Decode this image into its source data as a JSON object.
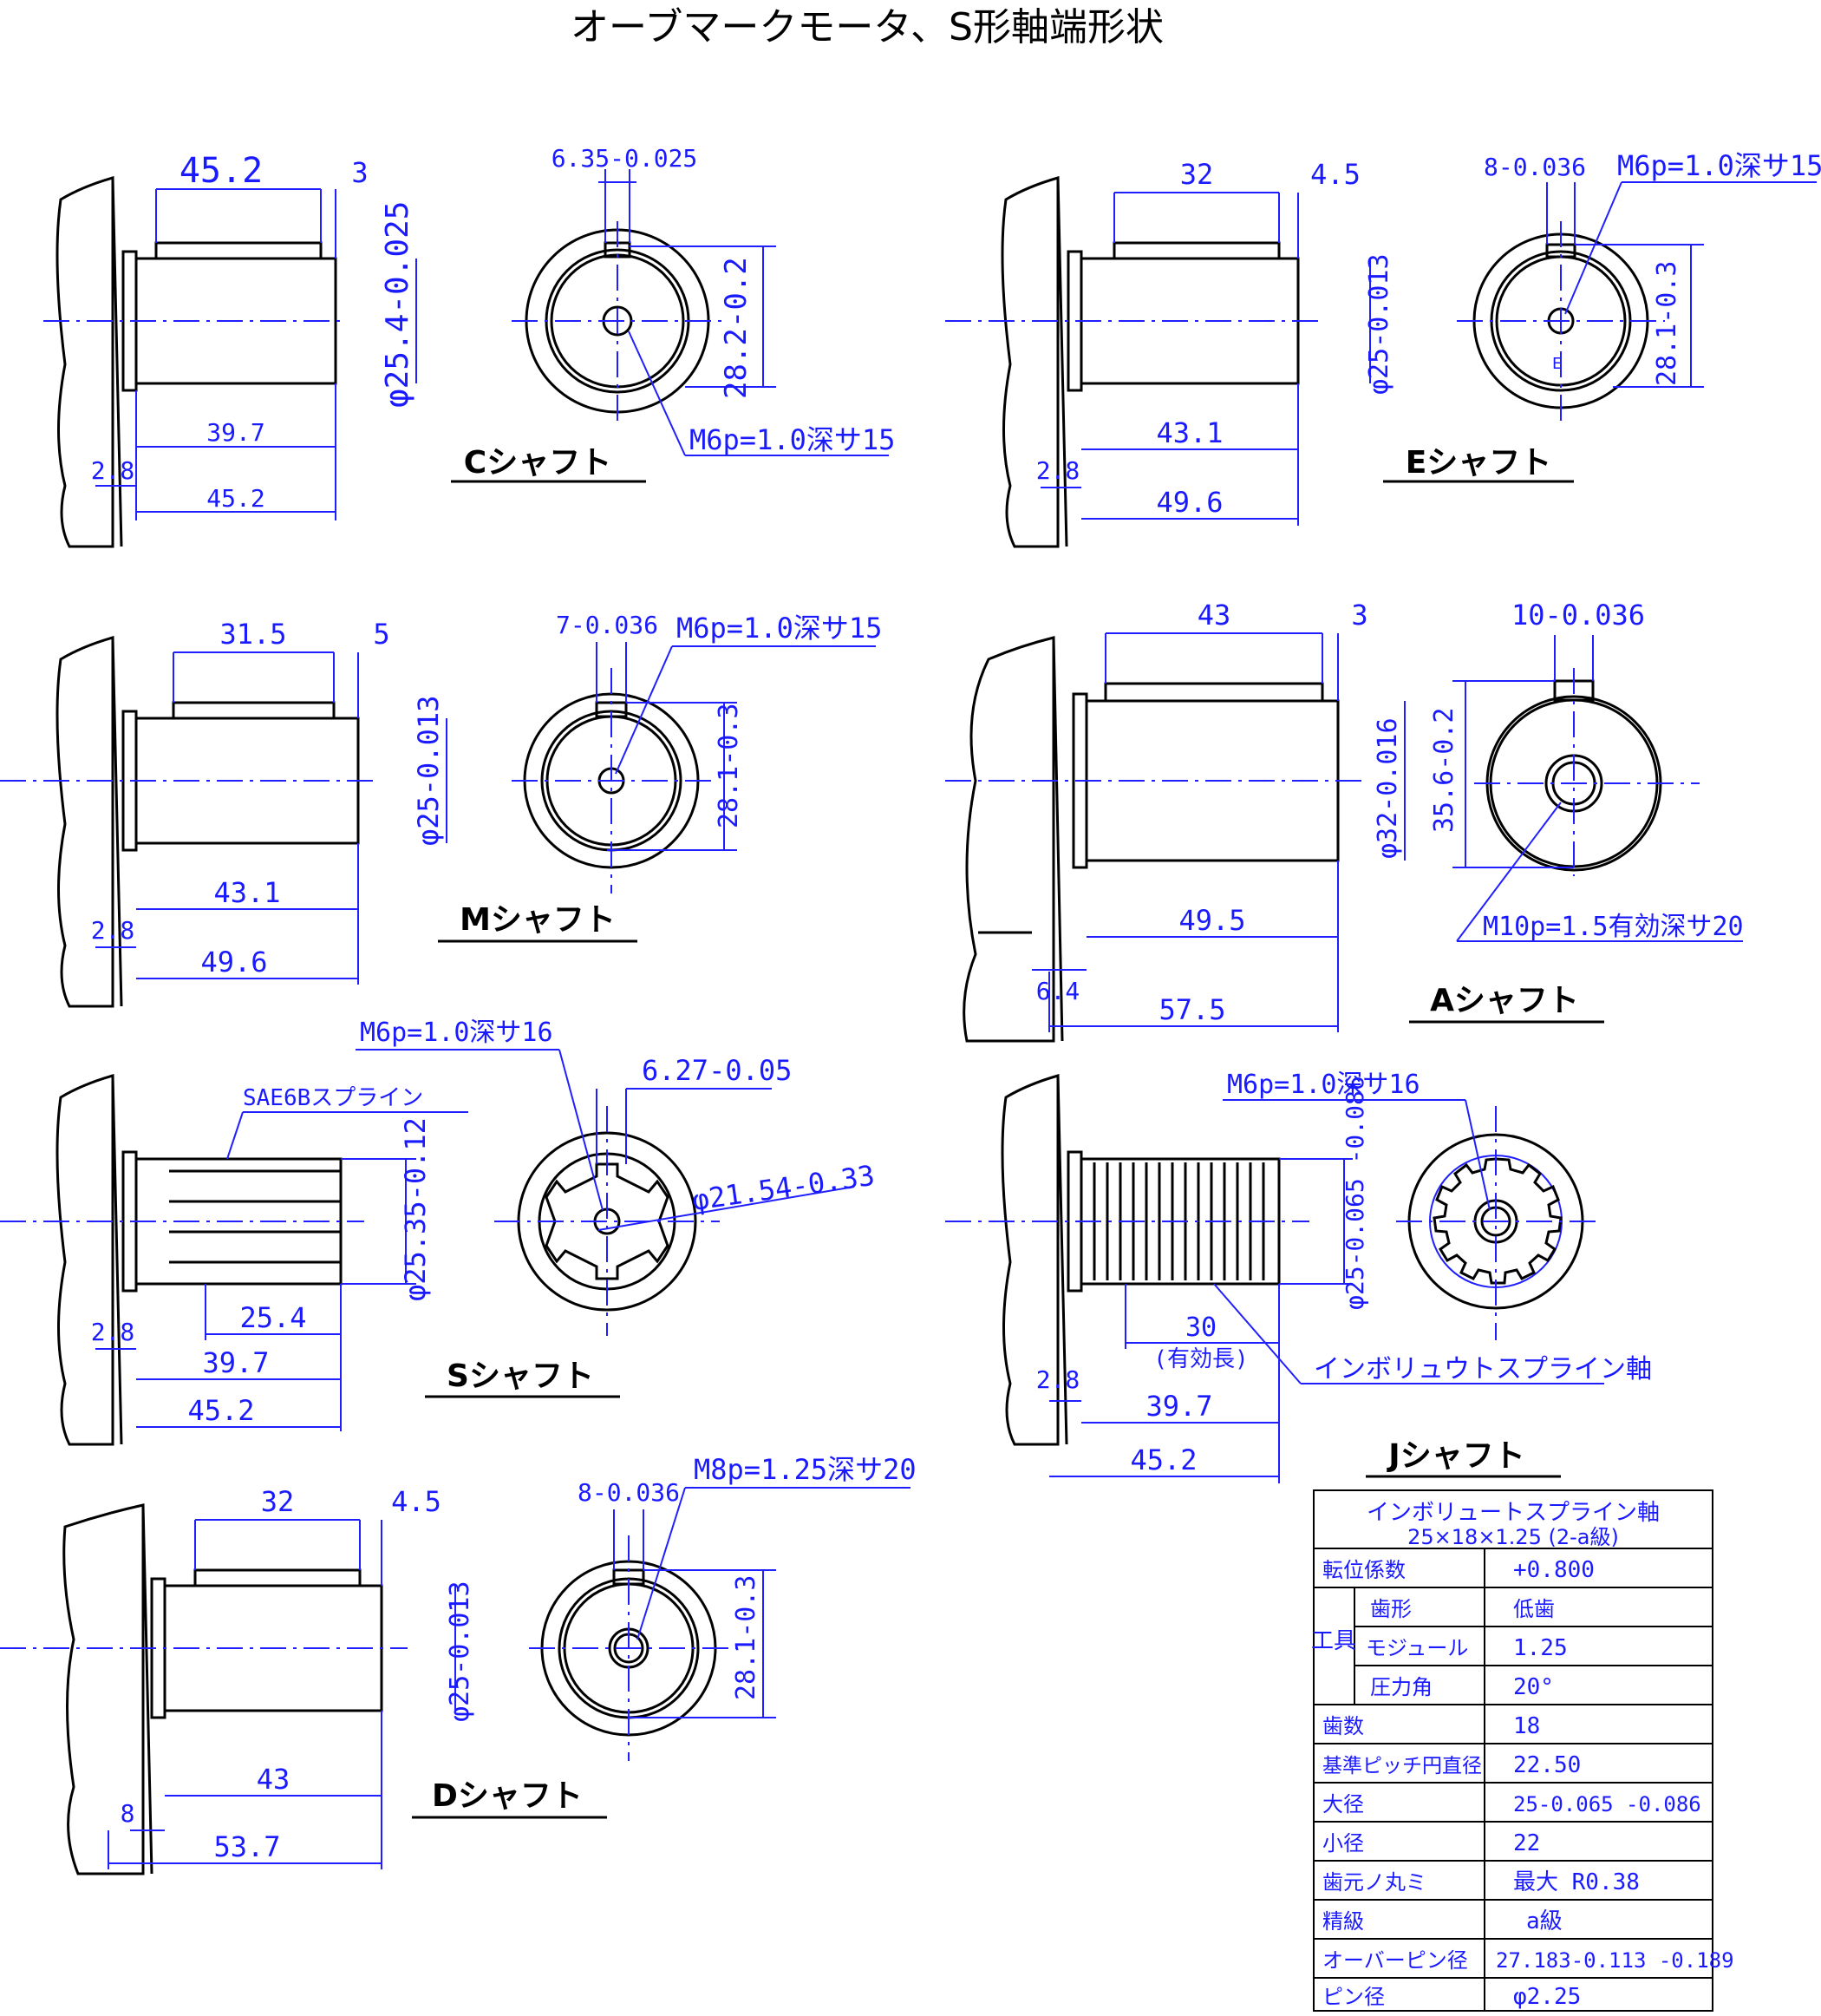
{
  "title": "オーブマークモータ、S形軸端形状",
  "shafts": {
    "c": {
      "name": "Cシャフト",
      "side_dims": {
        "key_len": "45.2",
        "step": "3",
        "dia": "φ25.4-0.025",
        "dia_tol": "-0.025",
        "len1": "39.7",
        "flange": "2.8",
        "len2": "45.2"
      },
      "end_dims": {
        "key_w": "6.35-0.025",
        "key_h": "28.2-0.2",
        "tap": "M6p=1.0深サ15"
      }
    },
    "e": {
      "name": "Eシャフト",
      "side_dims": {
        "key_len": "32",
        "step": "4.5",
        "dia": "φ25-0.013",
        "len1": "43.1",
        "flange": "2.8",
        "len2": "49.6"
      },
      "end_dims": {
        "key_w": "8-0.036",
        "key_h": "28.1-0.3",
        "tap": "M6p=1.0深サ15",
        "mark": "E"
      }
    },
    "m": {
      "name": "Mシャフト",
      "side_dims": {
        "key_len": "31.5",
        "step": "5",
        "dia": "φ25-0.013",
        "len1": "43.1",
        "flange": "2.8",
        "len2": "49.6"
      },
      "end_dims": {
        "key_w": "7-0.036",
        "key_h": "28.1-0.3",
        "tap": "M6p=1.0深サ15"
      }
    },
    "a": {
      "name": "Aシャフト",
      "side_dims": {
        "key_len": "43",
        "step": "3",
        "dia": "φ32-0.016",
        "len1": "49.5",
        "flange": "6.4",
        "len2": "57.5"
      },
      "end_dims": {
        "key_w": "10-0.036",
        "key_h": "35.6-0.2",
        "tap": "M10p=1.5有効深サ20"
      }
    },
    "s": {
      "name": "Sシャフト",
      "side_dims": {
        "spline": "SAE6Bスプライン",
        "dia": "φ25.35-0.12",
        "len_sp": "25.4",
        "len1": "39.7",
        "flange": "2.8",
        "len2": "45.2"
      },
      "end_dims": {
        "tap": "M6p=1.0深サ16",
        "key_w": "6.27-0.05",
        "minor": "φ21.54-0.33"
      }
    },
    "j": {
      "name": "Jシャフト",
      "side_dims": {
        "tap": "M6p=1.0深サ16",
        "dia": "φ25-0.065 -0.086",
        "eff": "30",
        "eff_label": "(有効長)",
        "spline": "インボリュウトスプライン軸",
        "len1": "39.7",
        "flange": "2.8",
        "len2": "45.2"
      }
    },
    "d": {
      "name": "Dシャフト",
      "side_dims": {
        "key_len": "32",
        "step": "4.5",
        "dia": "φ25-0.013",
        "len1": "43",
        "flange": "8",
        "len2": "53.7"
      },
      "end_dims": {
        "key_w": "8-0.036",
        "key_h": "28.1-0.3",
        "tap": "M8p=1.25深サ20"
      }
    }
  },
  "spec_table": {
    "header1": "インボリュートスプライン軸",
    "header2": "25×18×1.25 (2-a級)",
    "rows": [
      {
        "label": "転位係数",
        "value": "+0.800"
      },
      {
        "label": "歯形",
        "value": "低歯"
      },
      {
        "label": "モジュール",
        "value": "1.25"
      },
      {
        "label": "圧力角",
        "value": "20°"
      },
      {
        "label": "歯数",
        "value": "18"
      },
      {
        "label": "基準ピッチ円直径",
        "value": "22.50"
      },
      {
        "label": "大径",
        "value": "25-0.065 -0.086"
      },
      {
        "label": "小径",
        "value": "22"
      },
      {
        "label": "歯元ノ丸ミ",
        "value": "最大 R0.38"
      },
      {
        "label": "精級",
        "value": "a級"
      },
      {
        "label": "オーバーピン径",
        "value": "27.183-0.113 -0.189"
      },
      {
        "label": "ピン径",
        "value": "φ2.25"
      }
    ],
    "tool_group": "工具"
  }
}
